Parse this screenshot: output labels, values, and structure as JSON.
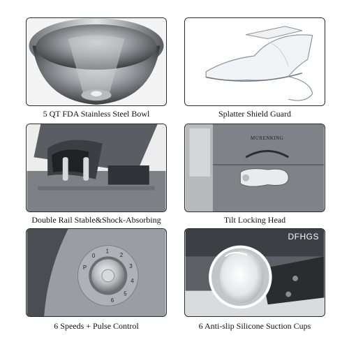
{
  "features": [
    {
      "caption": "5 QT FDA Stainless Steel Bowl",
      "image": "stainless-steel-bowl"
    },
    {
      "caption": "Splatter Shield Guard",
      "image": "splatter-shield"
    },
    {
      "caption": "Double Rail Stable&Shock-Absorbing",
      "image": "double-rail-mount"
    },
    {
      "caption": "Tilt Locking Head",
      "image": "tilt-lock-lever",
      "brand": "MURENKING"
    },
    {
      "caption": "6 Speeds + Pulse Control",
      "image": "speed-dial",
      "dial_marks": [
        "P",
        "0",
        "1",
        "2",
        "3",
        "4",
        "5",
        "6"
      ]
    },
    {
      "caption": "6 Anti-slip Silicone Suction Cups",
      "image": "suction-cup",
      "watermark": "DFHGS"
    }
  ],
  "colors": {
    "panel_border": "#2a2a2a",
    "body_grey": "#8c8f93",
    "dark_grey": "#3c3f44"
  }
}
